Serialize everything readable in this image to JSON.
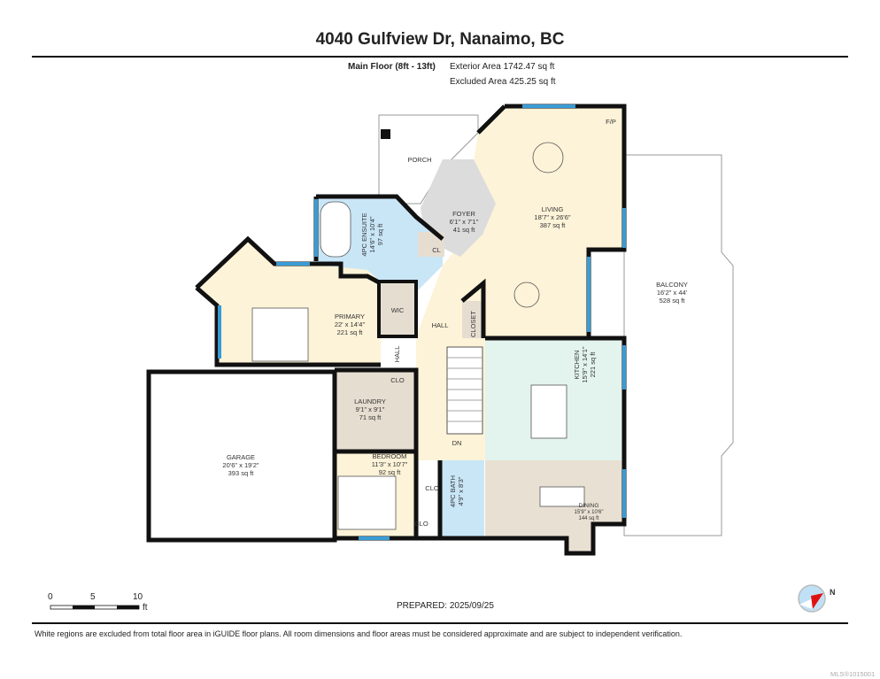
{
  "header": {
    "title": "4040 Gulfview Dr, Nanaimo, BC",
    "floor_label": "Main Floor (8ft - 13ft)",
    "exterior_area": "Exterior Area 1742.47 sq ft",
    "excluded_area": "Excluded Area 425.25 sq ft"
  },
  "rooms": {
    "porch": {
      "name": "PORCH"
    },
    "foyer": {
      "name": "FOYER",
      "dims": "6'1\" x 7'1\"",
      "area": "41 sq ft"
    },
    "living": {
      "name": "LIVING",
      "dims": "18'7\" x 26'6\"",
      "area": "387 sq ft"
    },
    "fp": {
      "name": "F/P"
    },
    "ensuite": {
      "name": "4PC ENSUITE",
      "dims": "14'6\" x 10'4\"",
      "area": "97 sq ft"
    },
    "cl": {
      "name": "CL"
    },
    "wic": {
      "name": "WIC"
    },
    "primary": {
      "name": "PRIMARY",
      "dims": "22' x 14'4\"",
      "area": "221 sq ft"
    },
    "hall": {
      "name": "HALL"
    },
    "hall_small": {
      "name": "HALL"
    },
    "closet": {
      "name": "CLOSET"
    },
    "balcony": {
      "name": "BALCONY",
      "dims": "16'2\" x 44'",
      "area": "528 sq ft"
    },
    "kitchen": {
      "name": "KITCHEN",
      "dims": "15'9\" x 14'1\"",
      "area": "221 sq ft"
    },
    "laundry": {
      "name": "LAUNDRY",
      "dims": "9'1\" x 9'1\"",
      "area": "71 sq ft"
    },
    "clo_laundry": {
      "name": "CLO"
    },
    "garage": {
      "name": "GARAGE",
      "dims": "20'6\" x 19'2\"",
      "area": "393 sq ft"
    },
    "bedroom": {
      "name": "BEDROOM",
      "dims": "11'3\" x 10'7\"",
      "area": "92 sq ft"
    },
    "bath": {
      "name": "4PC BATH",
      "dims": "4'9\" x 8'3\""
    },
    "clo_bath": {
      "name": "CLO"
    },
    "clo_bed": {
      "name": "CLO"
    },
    "dn": {
      "name": "DN"
    },
    "dining": {
      "name": "DINING",
      "dims": "15'9\" x 10'6\"",
      "area": "144 sq ft"
    }
  },
  "scale": {
    "ticks": [
      "0",
      "5",
      "10"
    ],
    "unit": "ft"
  },
  "compass": {
    "label": "N"
  },
  "footer": {
    "prepared": "PREPARED: 2025/09/25",
    "disclaimer": "White regions are excluded from total floor area in iGUIDE floor plans. All room dimensions and floor areas must be considered approximate and are subject to independent verification.",
    "mls": "MLS®1015001"
  },
  "colors": {
    "living": "#fdf3d8",
    "wet": "#c9e6f7",
    "utility": "#e6ddd1",
    "kitchen": "#e3f3ee",
    "foyer": "#dcdcdc",
    "window": "#3a9bd5"
  }
}
